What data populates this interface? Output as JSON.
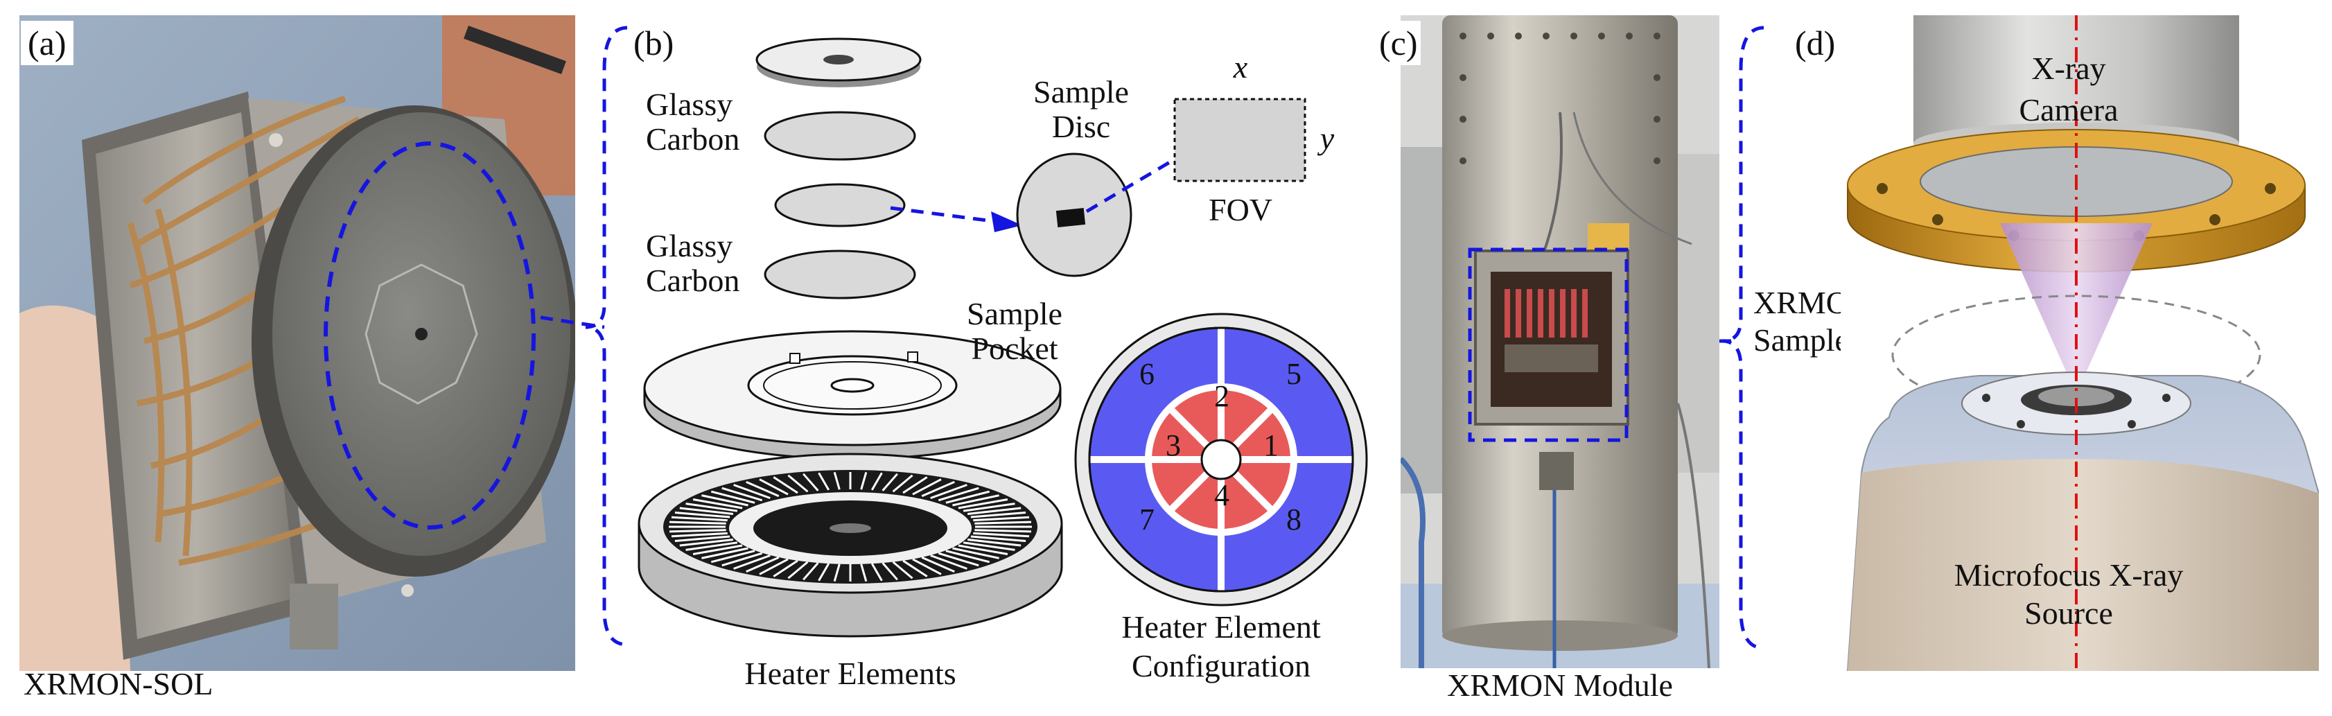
{
  "panels": {
    "a": {
      "tag": "(a)",
      "caption": "XRMON-SOL"
    },
    "b": {
      "tag": "(b)",
      "glassy_carbon_top": [
        "Glassy",
        "Carbon"
      ],
      "glassy_carbon_bottom": [
        "Glassy",
        "Carbon"
      ],
      "sample_disc": [
        "Sample",
        "Disc"
      ],
      "sample_pocket": [
        "Sample",
        "Pocket"
      ],
      "fov_label": "FOV",
      "fov_x": "x",
      "fov_y": "y",
      "heater_elements_caption": "Heater Elements",
      "heater_config_caption": [
        "Heater Element",
        "Configuration"
      ],
      "heater_numbers": {
        "inner": [
          "1",
          "2",
          "3",
          "4"
        ],
        "outer": [
          "5",
          "6",
          "7",
          "8"
        ]
      }
    },
    "c": {
      "tag": "(c)",
      "caption": "XRMON Module",
      "callout": [
        "XRMON-SOL/",
        "Sample"
      ]
    },
    "d": {
      "tag": "(d)",
      "camera_label": [
        "X-ray",
        "Camera"
      ],
      "source_label": [
        "Microfocus X-ray",
        "Source"
      ]
    }
  },
  "colors": {
    "dashed_callout": "#1515e0",
    "heater_outer": "#5a5af2",
    "heater_inner": "#e85a5a",
    "axis_line": "#e01010",
    "camera_gold": "#c98a1c"
  }
}
